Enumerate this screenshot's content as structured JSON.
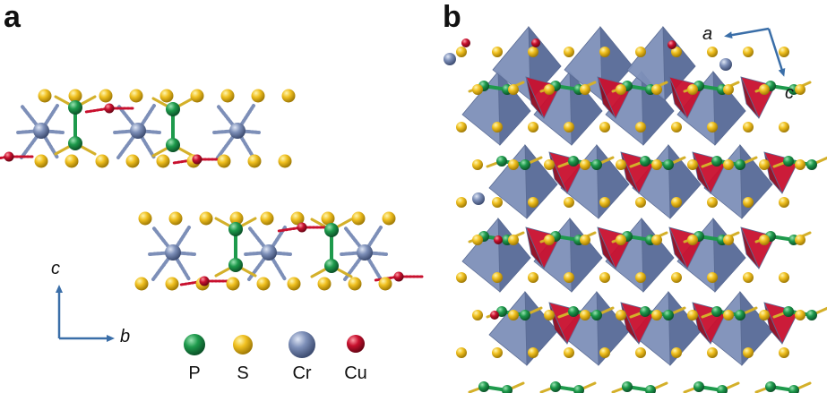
{
  "panels": {
    "a": {
      "letter": "a",
      "axes": {
        "vertical": "c",
        "horizontal": "b"
      }
    },
    "b": {
      "letter": "b",
      "axes": {
        "horizontal": "a",
        "vertical": "c"
      }
    }
  },
  "legend": [
    {
      "label": "P",
      "color": "#1e9a4c"
    },
    {
      "label": "S",
      "color": "#f0c020"
    },
    {
      "label": "Cr",
      "color": "#7d8fb8"
    },
    {
      "label": "Cu",
      "color": "#c8102e"
    }
  ],
  "colors": {
    "axis_arrow": "#3a6ea8",
    "bond_p_p": "#1e9a4c",
    "bond_p_s": "#d4b02a",
    "bond_cr_s": "#7d8fb8",
    "bond_cu_s": "#c8102e",
    "cr_octahedron": "#7d8fb8",
    "cu_tetrahedron": "#c8102e"
  }
}
